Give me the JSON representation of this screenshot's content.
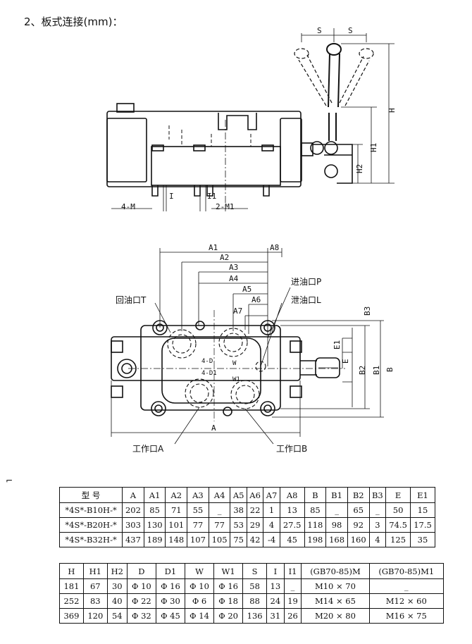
{
  "heading": "2、板式连接(mm)：",
  "side_labels": {
    "S_left": "S",
    "S_right": "S",
    "H": "H",
    "H1": "H1",
    "H2": "H2",
    "I": "I",
    "I1": "I1",
    "four_M": "4-M",
    "two_M1": "2-M1"
  },
  "top_labels": {
    "A1": "A1",
    "A2": "A2",
    "A3": "A3",
    "A4": "A4",
    "A5": "A5",
    "A6": "A6",
    "A7": "A7",
    "A8": "A8",
    "A": "A",
    "B": "B",
    "B1": "B1",
    "B2": "B2",
    "B3": "B3",
    "E": "E",
    "E1": "E1",
    "four_D": "4-D",
    "four_D1": "4-D1",
    "W": "W",
    "W1": "W1",
    "return_T": "回油口T",
    "inlet_P": "进油口P",
    "drain_L": "泄油口L",
    "work_A": "工作口A",
    "work_B": "工作口B"
  },
  "table1": {
    "headers": [
      "型 号",
      "A",
      "A1",
      "A2",
      "A3",
      "A4",
      "A5",
      "A6",
      "A7",
      "A8",
      "B",
      "B1",
      "B2",
      "B3",
      "E",
      "E1"
    ],
    "rows": [
      [
        "*4S*-B10H-*",
        "202",
        "85",
        "71",
        "55",
        "_",
        "38",
        "22",
        "1",
        "13",
        "85",
        "_",
        "65",
        "_",
        "50",
        "15"
      ],
      [
        "*4S*-B20H-*",
        "303",
        "130",
        "101",
        "77",
        "77",
        "53",
        "29",
        "4",
        "27.5",
        "118",
        "98",
        "92",
        "3",
        "74.5",
        "17.5"
      ],
      [
        "*4S*-B32H-*",
        "437",
        "189",
        "148",
        "107",
        "105",
        "75",
        "42",
        "-4",
        "45",
        "198",
        "168",
        "160",
        "4",
        "125",
        "35"
      ]
    ]
  },
  "table2": {
    "headers": [
      "H",
      "H1",
      "H2",
      "D",
      "D1",
      "W",
      "W1",
      "S",
      "I",
      "I1",
      "(GB70-85)M",
      "(GB70-85)M1"
    ],
    "rows": [
      [
        "181",
        "67",
        "30",
        "Φ 10",
        "Φ 16",
        "Φ 10",
        "Φ 16",
        "58",
        "13",
        "_",
        "M10 × 70",
        "_"
      ],
      [
        "252",
        "83",
        "40",
        "Φ 22",
        "Φ 30",
        "Φ 6",
        "Φ 18",
        "88",
        "24",
        "19",
        "M14 × 65",
        "M12 × 60"
      ],
      [
        "369",
        "120",
        "54",
        "Φ 32",
        "Φ 45",
        "Φ 14",
        "Φ 20",
        "136",
        "31",
        "26",
        "M20 × 80",
        "M16 × 75"
      ]
    ]
  }
}
